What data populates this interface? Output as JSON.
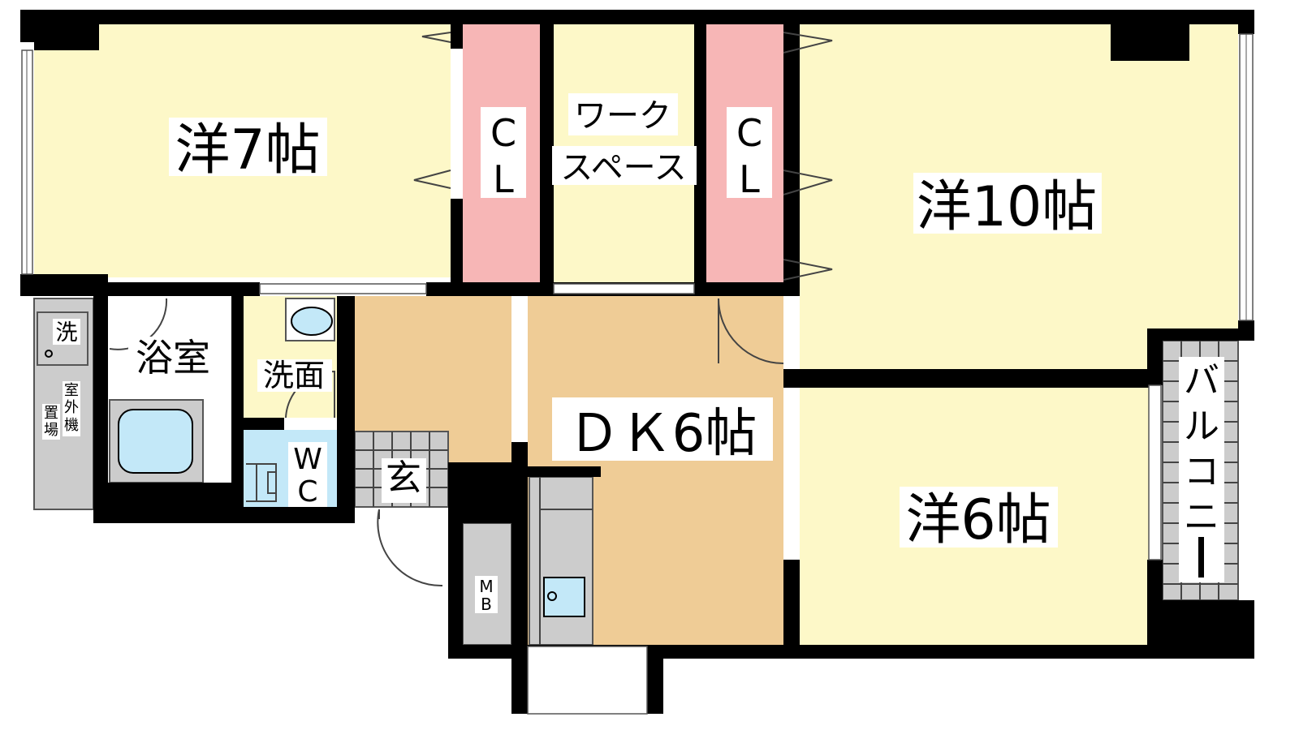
{
  "rooms": {
    "western_7": "洋7帖",
    "western_10": "洋10帖",
    "western_6": "洋6帖",
    "dk": "ＤＫ6帖",
    "closet_1": [
      "C",
      "L"
    ],
    "closet_2": [
      "C",
      "L"
    ],
    "workspace": [
      "ワーク",
      "スペース"
    ],
    "bathroom": "浴室",
    "washroom": "洗面",
    "wc": [
      "W",
      "C"
    ],
    "entrance": "玄",
    "meter_box": [
      "M",
      "B"
    ],
    "balcony": [
      "バ",
      "ル",
      "コ",
      "ニ",
      "ー"
    ],
    "washer": "洗",
    "outdoor_unit": [
      "室",
      "外",
      "機"
    ],
    "outdoor_unit_place": [
      "置",
      "場"
    ]
  },
  "colors": {
    "room": "#fdf8c8",
    "closet": "#f7b6b6",
    "dk": "#efcc96",
    "wet": "#c3e8f8",
    "fixture": "#cccccc"
  }
}
